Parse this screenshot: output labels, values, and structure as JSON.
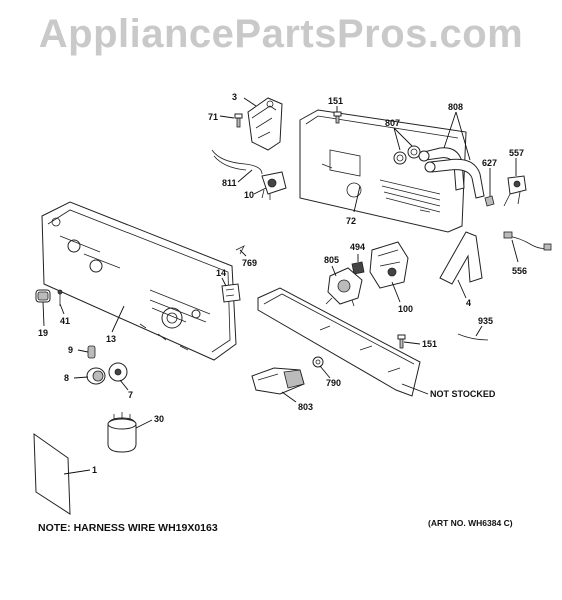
{
  "watermark": "AppliancePartsPros.com",
  "note": "NOTE: HARNESS WIRE WH19X0163",
  "art_no": "(ART NO. WH6384 C)",
  "labels": {
    "l3": "3",
    "l71": "71",
    "l151a": "151",
    "l807": "807",
    "l808": "808",
    "l557": "557",
    "l627": "627",
    "l811": "811",
    "l10": "10",
    "l72": "72",
    "l769": "769",
    "l494": "494",
    "l805": "805",
    "l14": "14",
    "l100": "100",
    "l556": "556",
    "l4": "4",
    "l935": "935",
    "l151b": "151",
    "l19": "19",
    "l41": "41",
    "l13": "13",
    "l9": "9",
    "l8": "8",
    "l7": "7",
    "l790": "790",
    "l803": "803",
    "not_stocked": "NOT STOCKED",
    "l30": "30",
    "l1": "1"
  }
}
